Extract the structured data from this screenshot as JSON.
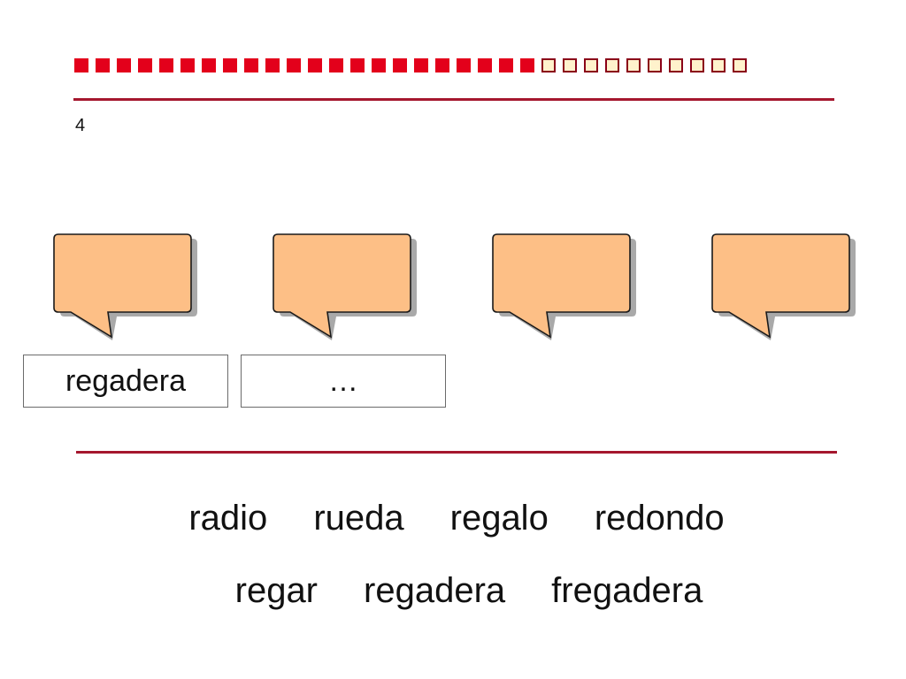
{
  "colors": {
    "progress_filled": "#e3001b",
    "progress_empty": "#fff2cc",
    "rule": "#a5172e",
    "bubble_fill": "#fdbf86",
    "bubble_shadow": "#a9a9a9"
  },
  "progress": {
    "filled": 22,
    "total": 32
  },
  "slide_number": "4",
  "bubbles": [
    {
      "icon": "speech-bubble-icon",
      "text": ""
    },
    {
      "icon": "speech-bubble-icon",
      "text": ""
    },
    {
      "icon": "speech-bubble-icon",
      "text": ""
    },
    {
      "icon": "speech-bubble-icon",
      "text": ""
    }
  ],
  "answers": [
    "regadera",
    "…"
  ],
  "word_bank": {
    "row1": [
      "radio",
      "rueda",
      "regalo",
      "redondo"
    ],
    "row2": [
      "regar",
      "regadera",
      "fregadera"
    ]
  }
}
